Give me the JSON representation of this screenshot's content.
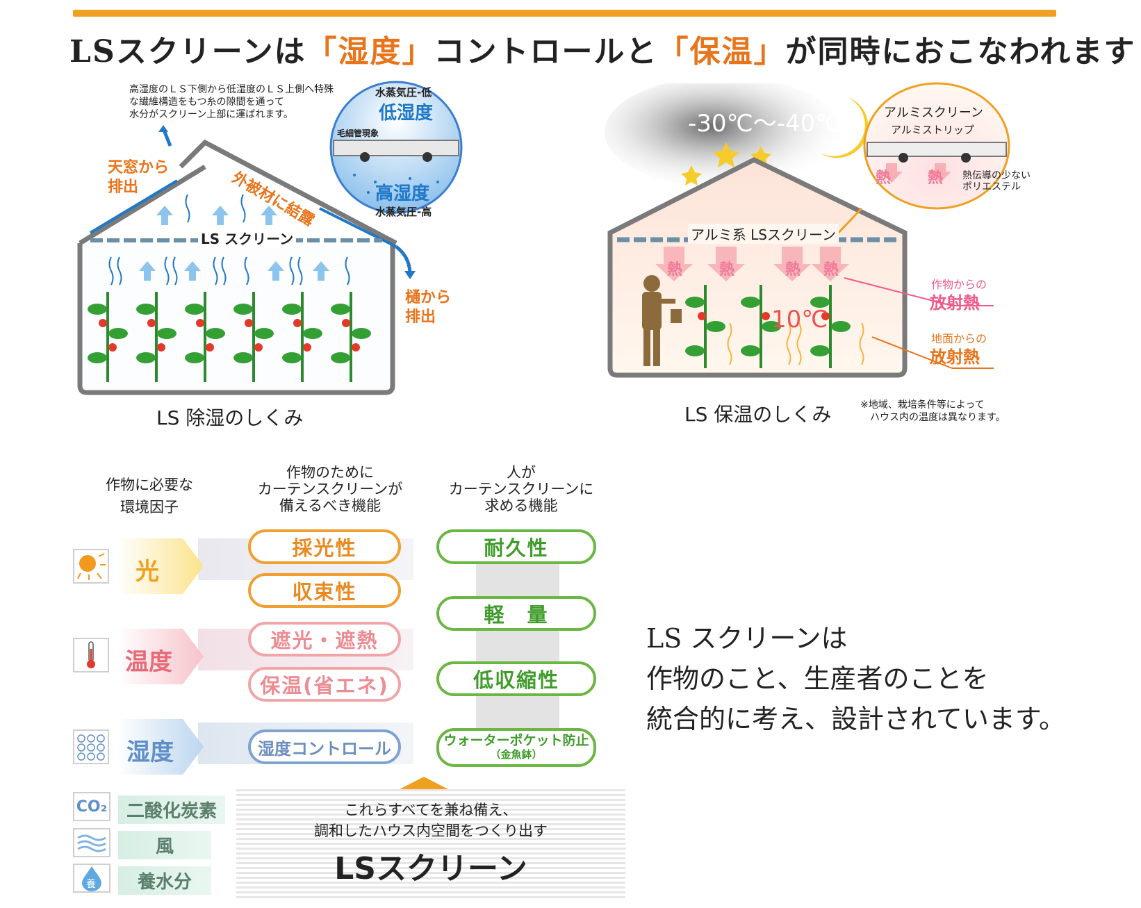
{
  "headline": {
    "part1": "LSスクリーンは",
    "open1": "「",
    "humidity": "湿度",
    "close1": "」",
    "part2": "コントロールと",
    "open2": "「",
    "warm": "保温",
    "close2": "」",
    "part3": "が同時におこなわれます"
  },
  "dehumid": {
    "note_lines": [
      "高湿度のＬＳ下側から低湿度のＬＳ上側へ特殊",
      "な繊維構造をもつ糸の隙間を通って",
      "水分がスクリーン上部に運ばれます。"
    ],
    "skylight": "天窓から\n排出",
    "condensation": "外被材に結露",
    "screen_label": "LS スクリーン",
    "gutter": "樋から\n排出",
    "circle_low_pressure": "水蒸気圧-低",
    "circle_low_humidity": "低湿度",
    "circle_capillary": "毛細管現象",
    "circle_high_humidity": "高湿度",
    "circle_high_pressure": "水蒸気圧-高",
    "caption": "LS 除湿のしくみ"
  },
  "warm": {
    "outside_temp": "-30℃～-40℃",
    "aluminum_screen": "アルミスクリーン",
    "aluminum_strip": "アルミストリップ",
    "heat": "熱",
    "polyester_note": "熱伝導の少ない\nポリエステル",
    "screen_label": "アルミ系 LSスクリーン",
    "inside_temp": "10℃",
    "crop_radiation_small": "作物からの",
    "crop_radiation_big": "放射熱",
    "ground_radiation_small": "地面からの",
    "ground_radiation_big": "放射熱",
    "caption": "LS 保温のしくみ",
    "footnote": "※地域、栽培条件等によって\n　ハウス内の温度は異なります。"
  },
  "table": {
    "col1_header": "作物に必要な\n環境因子",
    "col2_header": "作物のために\nカーテンスクリーンが\n備えるべき機能",
    "col3_header": "人が\nカーテンスクリーンに\n求める機能",
    "factors": [
      {
        "label": "光",
        "color": "#f0a020"
      },
      {
        "label": "温度",
        "color": "#e86a78"
      },
      {
        "label": "湿度",
        "color": "#5f8fc8"
      }
    ],
    "minor_factors": [
      "二酸化炭素",
      "風",
      "養水分"
    ],
    "co2_icon": "CO₂",
    "nutrient_icon": "養",
    "crop_functions": [
      "採光性",
      "収束性",
      "遮光・遮熱",
      "保温(省エネ)",
      "湿度コントロール"
    ],
    "human_functions": [
      "耐久性",
      "軽　量",
      "低収縮性",
      "ウォーターポケット防止",
      "（金魚鉢）"
    ],
    "bottom_line1": "これらすべてを兼ね備え、",
    "bottom_line2": "調和したハウス内空間をつくり出す",
    "bottom_brand": "LSスクリーン"
  },
  "summary": [
    "LS スクリーンは",
    "作物のこと、生産者のことを",
    "統合的に考え、設計されています。"
  ]
}
